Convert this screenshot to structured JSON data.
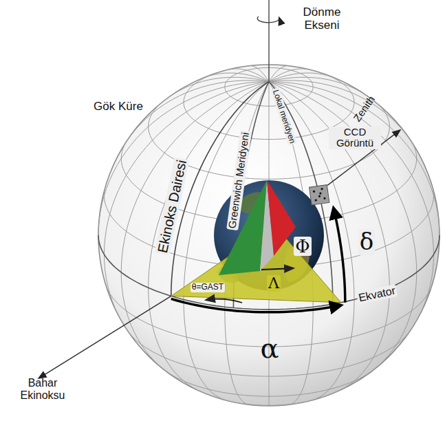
{
  "diagram": {
    "labels": [
      "Dönme Ekseni",
      "Gök Küre",
      "Ekinoks Dairesi",
      "Greenwich Meridyeni",
      "Lokal meridyen",
      "Zenith",
      "CCD Görüntü",
      "δ",
      "Φ",
      "Λ",
      "θ=GAST",
      "Ekvator",
      "α",
      "Bahar Ekinoksu"
    ]
  }
}
